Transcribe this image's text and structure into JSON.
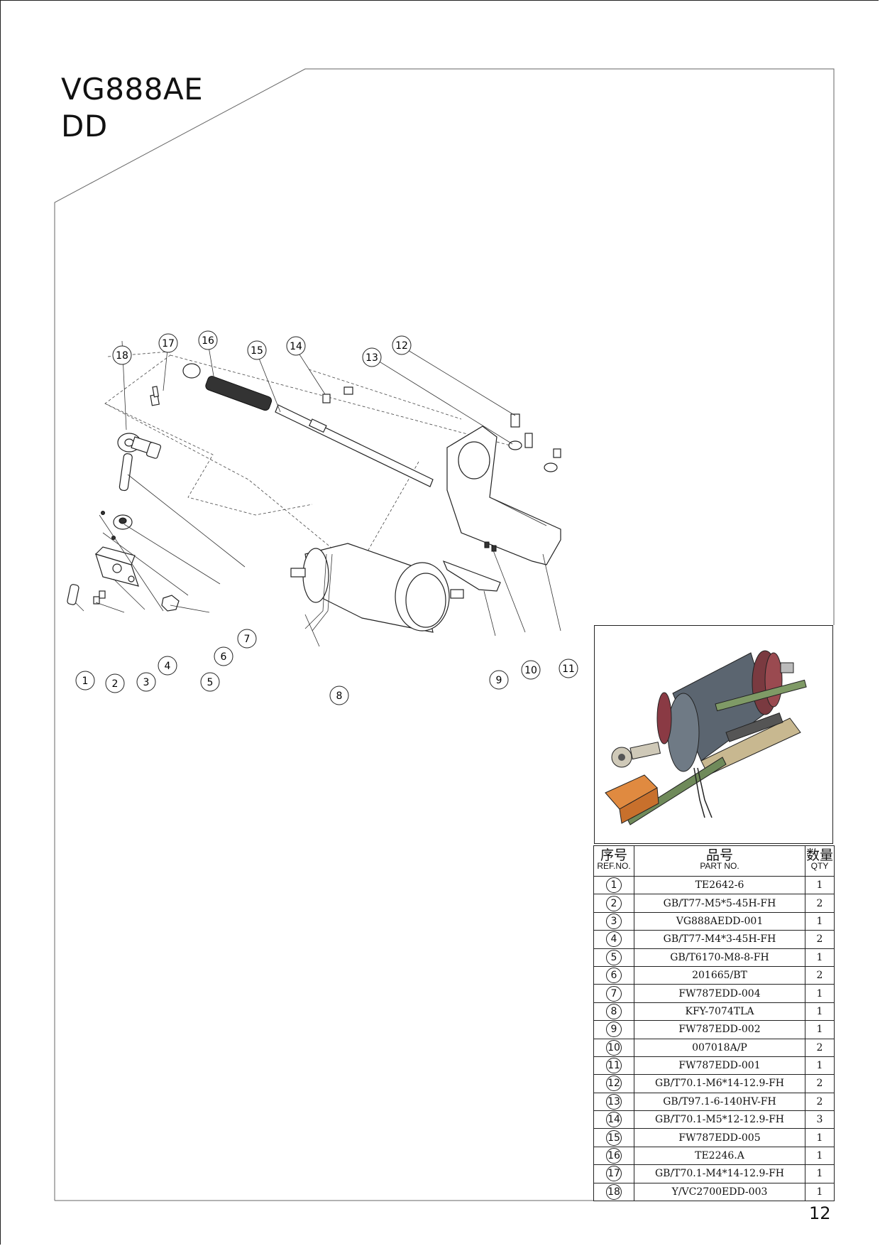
{
  "header": {
    "model": "VG888AE",
    "section": "DD"
  },
  "callouts": [
    "1",
    "2",
    "3",
    "4",
    "5",
    "6",
    "7",
    "8",
    "9",
    "10",
    "11",
    "12",
    "13",
    "14",
    "15",
    "16",
    "17",
    "18"
  ],
  "table": {
    "headers": {
      "ref_cn": "序号",
      "ref_en": "REF.NO.",
      "part_cn": "品号",
      "part_en": "PART NO.",
      "qty_cn": "数量",
      "qty_en": "QTY"
    },
    "rows": [
      {
        "ref": "1",
        "part": "TE2642-6",
        "qty": "1"
      },
      {
        "ref": "2",
        "part": "GB/T77-M5*5-45H-FH",
        "qty": "2"
      },
      {
        "ref": "3",
        "part": "VG888AEDD-001",
        "qty": "1"
      },
      {
        "ref": "4",
        "part": "GB/T77-M4*3-45H-FH",
        "qty": "2"
      },
      {
        "ref": "5",
        "part": "GB/T6170-M8-8-FH",
        "qty": "1"
      },
      {
        "ref": "6",
        "part": "201665/BT",
        "qty": "2"
      },
      {
        "ref": "7",
        "part": "FW787EDD-004",
        "qty": "1"
      },
      {
        "ref": "8",
        "part": "KFY-7074TLA",
        "qty": "1"
      },
      {
        "ref": "9",
        "part": "FW787EDD-002",
        "qty": "1"
      },
      {
        "ref": "10",
        "part": "007018A/P",
        "qty": "2"
      },
      {
        "ref": "11",
        "part": "FW787EDD-001",
        "qty": "1"
      },
      {
        "ref": "12",
        "part": "GB/T70.1-M6*14-12.9-FH",
        "qty": "2"
      },
      {
        "ref": "13",
        "part": "GB/T97.1-6-140HV-FH",
        "qty": "2"
      },
      {
        "ref": "14",
        "part": "GB/T70.1-M5*12-12.9-FH",
        "qty": "3"
      },
      {
        "ref": "15",
        "part": "FW787EDD-005",
        "qty": "1"
      },
      {
        "ref": "16",
        "part": "TE2246.A",
        "qty": "1"
      },
      {
        "ref": "17",
        "part": "GB/T70.1-M4*14-12.9-FH",
        "qty": "1"
      },
      {
        "ref": "18",
        "part": "Y/VC2700EDD-003",
        "qty": "1"
      }
    ]
  },
  "footer": {
    "page_number": "12"
  }
}
